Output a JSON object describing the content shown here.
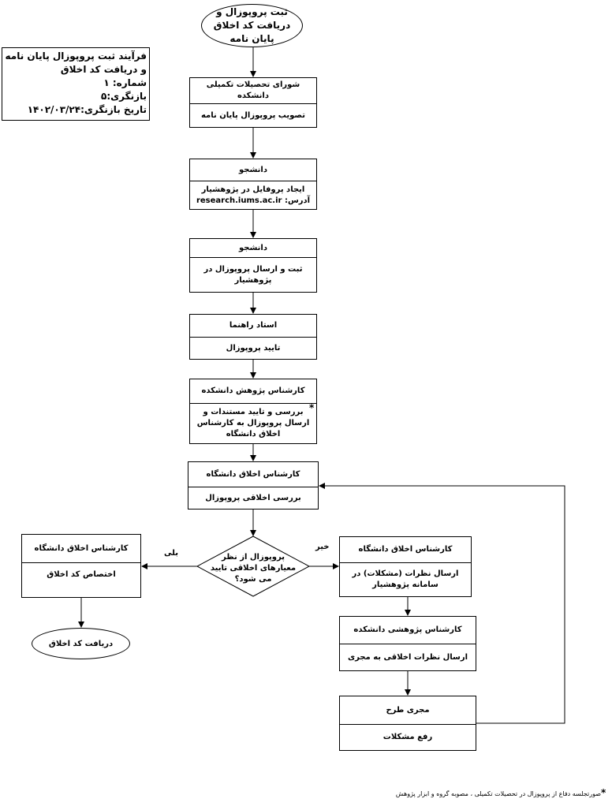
{
  "start": "ثبت پروپوزال و دریافت کد اخلاق پایان نامه",
  "info": {
    "title": "فرآیند ثبت پروپوزال پایان نامه و دریافت کد اخلاق",
    "number": "شماره: ۱",
    "revision": "بازنگری:۵",
    "revision_date": "تاریخ بازنگری:۱۴۰۲/۰۳/۲۴"
  },
  "steps": [
    {
      "actor": "شورای تحصیلات تکمیلی دانشکده",
      "action": "تصویب پروپوزال پایان نامه"
    },
    {
      "actor": "دانشجو",
      "action": "ایجاد پروفایل در پژوهشیار",
      "address": "آدرس: research.iums.ac.ir"
    },
    {
      "actor": "دانشجو",
      "action": "ثبت و ارسال پروپوزال در پژوهشیار"
    },
    {
      "actor": "استاد راهنما",
      "action": "تایید پروپوزال"
    },
    {
      "actor": "کارشناس پژوهش دانشکده",
      "action": "بررسی و تایید مستندات و ارسال پروپوزال به کارشناس اخلاق دانشگاه",
      "marker": "*"
    },
    {
      "actor": "کارشناس اخلاق دانشگاه",
      "action": "بررسی اخلاقی پروپوزال"
    }
  ],
  "decision": {
    "question": "پروپوزال از نظر معیارهای اخلاقی تایید می شود؟",
    "yes": "بلی",
    "no": "خیر"
  },
  "yes_branch": {
    "actor": "کارشناس اخلاق دانشگاه",
    "action": "اختصاص کد اخلاق",
    "end": "دریافت کد اخلاق"
  },
  "no_branch": [
    {
      "actor": "کارشناس اخلاق دانشگاه",
      "action": "ارسال نظرات (مشکلات) در سامانه پژوهشیار"
    },
    {
      "actor": "کارشناس پژوهشی دانشکده",
      "action": "ارسال نظرات اخلاقی به مجری"
    },
    {
      "actor": "مجری طرح",
      "action": "رفع مشکلات"
    }
  ],
  "footnote": {
    "marker": "*",
    "text": "صورتجلسه دفاع از پروپوزال در تحصیلات تکمیلی ، مصوبه گروه و ابزار پژوهش"
  }
}
